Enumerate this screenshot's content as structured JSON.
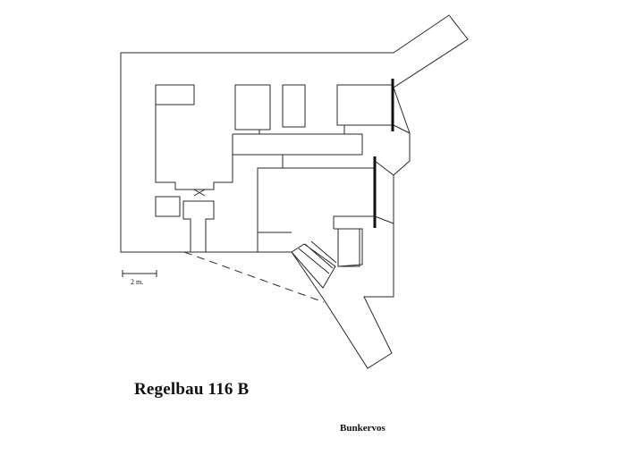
{
  "drawing": {
    "title": "Regelbau 116 B",
    "credit": "Bunkervos",
    "scale_bar_label": "2 m."
  },
  "colors": {
    "line": "#2a2a2a",
    "wall_emphasis": "#111111",
    "background": "#ffffff"
  }
}
